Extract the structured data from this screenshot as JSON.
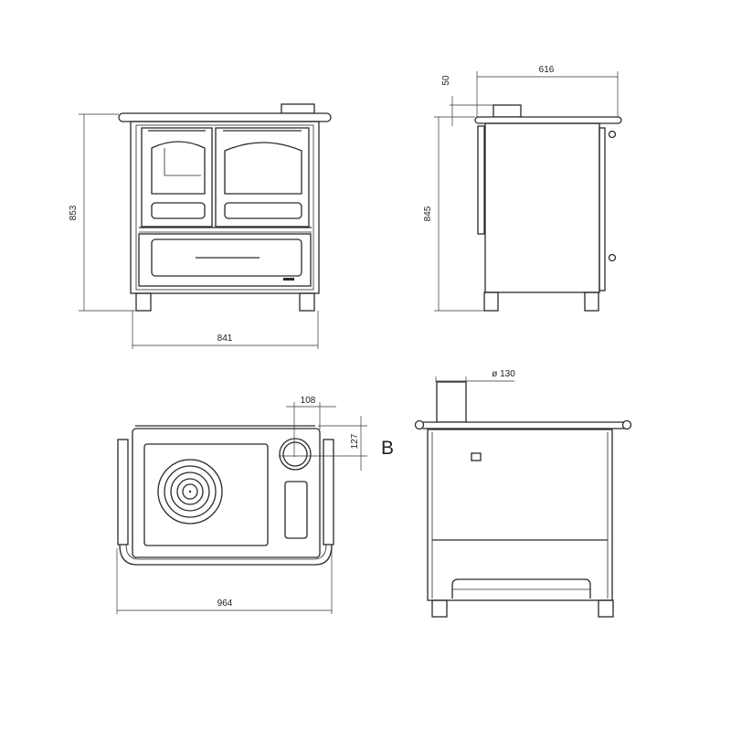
{
  "front_view": {
    "height_label": "853",
    "width_label": "841"
  },
  "side_view": {
    "depth_label": "616",
    "flue_offset_label": "50",
    "height_label": "845"
  },
  "top_view": {
    "flue_x_label": "108",
    "flue_y_label": "127",
    "view_label": "B",
    "width_label": "964"
  },
  "back_view": {
    "flue_diameter_label": "ø 130"
  },
  "colors": {
    "line": "#2a2a2a",
    "background": "#ffffff"
  }
}
